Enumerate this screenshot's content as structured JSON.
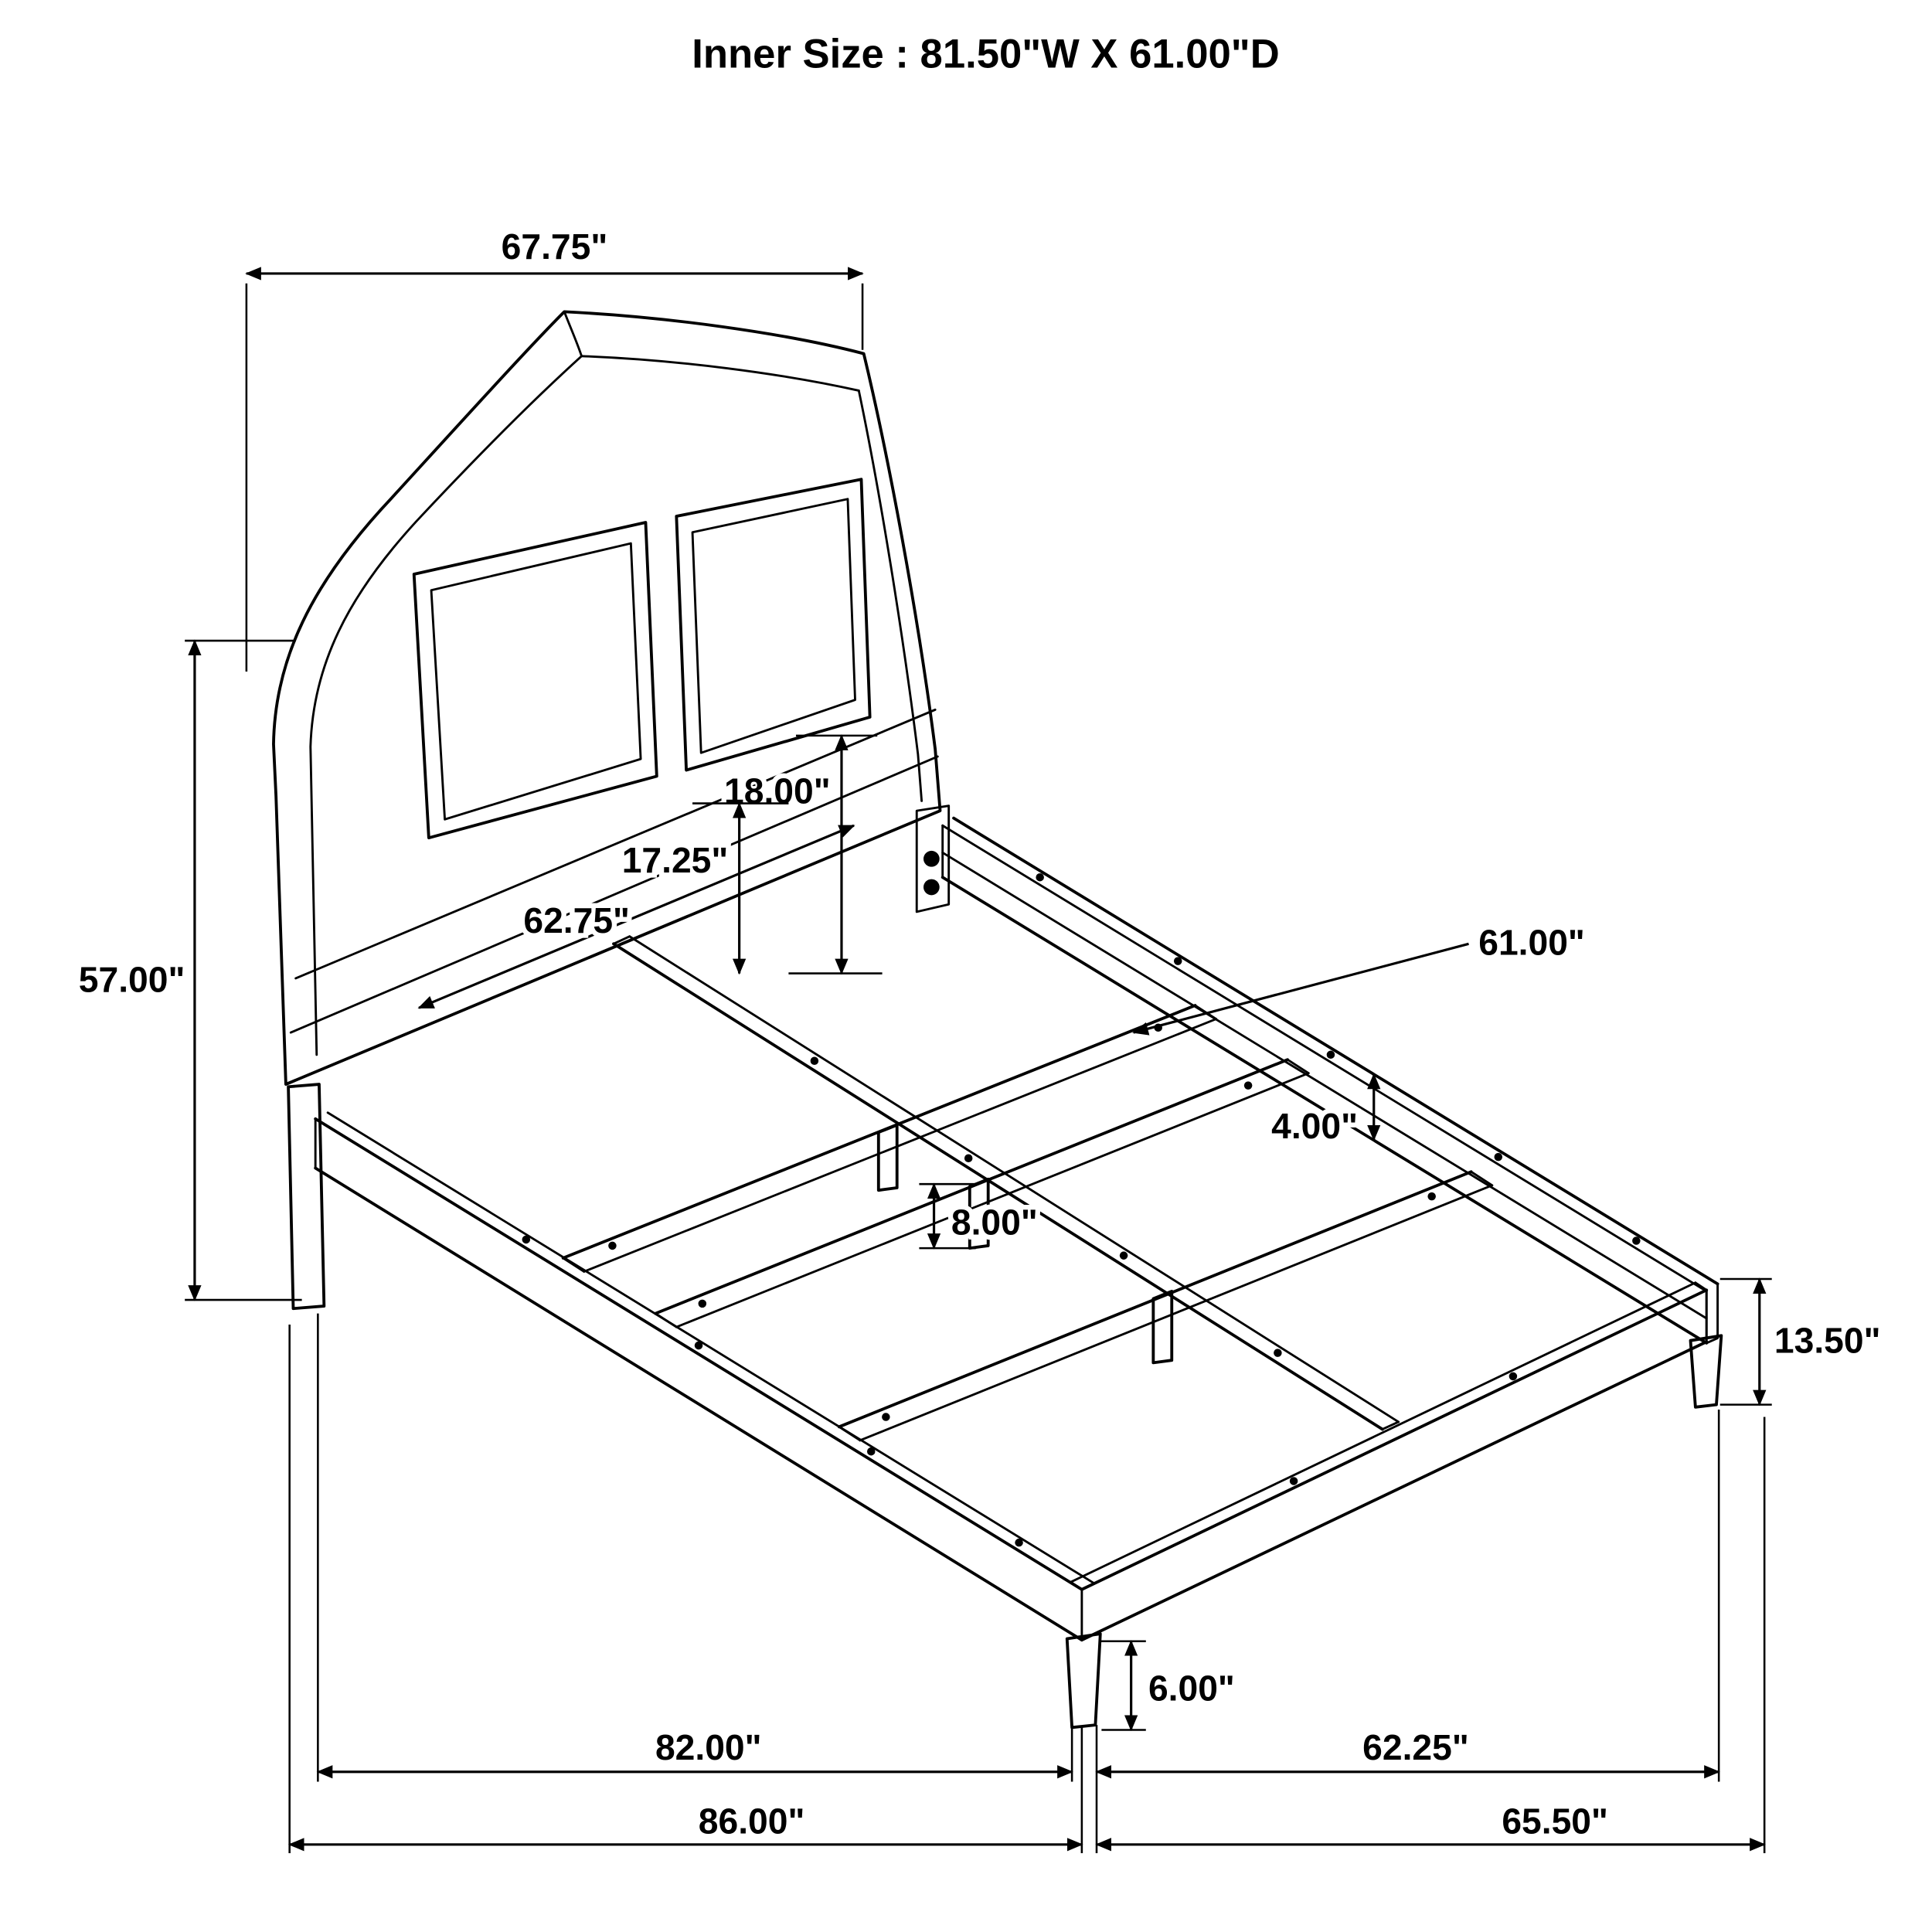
{
  "colors": {
    "ink": "#000000",
    "background": "#ffffff"
  },
  "title": "Inner Size : 81.50\"W X 61.00\"D",
  "diagram": {
    "type": "furniture-dimension-drawing",
    "subject": "bed frame with sleigh headboard, side rails, center rail, slats and legs",
    "inner_size": {
      "width": "81.50\"",
      "depth": "61.00\""
    },
    "dimensions": {
      "headboard_width": "67.75\"",
      "headboard_height": "57.00\"",
      "panel_height": "18.00\"",
      "panel_inner_height": "17.25\"",
      "headboard_inner_width": "62.75\"",
      "slat_length": "61.00\"",
      "side_rail_height": "4.00\"",
      "center_support_leg_height": "8.00\"",
      "footboard_height": "13.50\"",
      "foot_leg_height": "6.00\"",
      "frame_length": "82.00\"",
      "foot_width_inner": "62.25\"",
      "overall_length": "86.00\"",
      "overall_width": "65.50\""
    }
  }
}
